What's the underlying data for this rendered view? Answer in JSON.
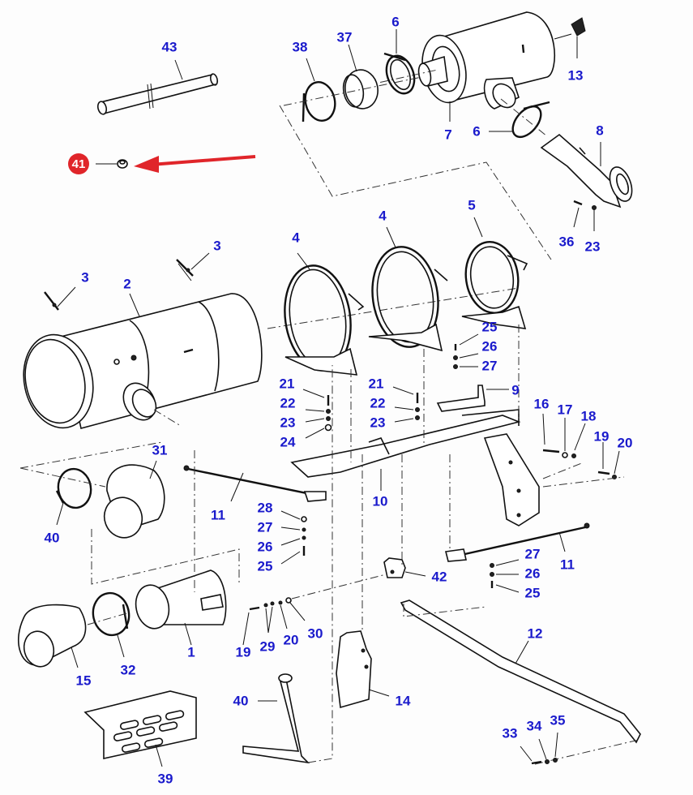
{
  "diagram": {
    "title": "Exhaust / air intake assembly exploded parts diagram",
    "highlighted_part": "41",
    "highlight_color": "#e0252a",
    "label_color": "#1a1acc",
    "callouts": {
      "c43": "43",
      "c38": "38",
      "c37": "37",
      "c6a": "6",
      "c13": "13",
      "c7": "7",
      "c6b": "6",
      "c8": "8",
      "c36": "36",
      "c23a": "23",
      "c41": "41",
      "c3a": "3",
      "c3b": "3",
      "c2": "2",
      "c4a": "4",
      "c4b": "4",
      "c5": "5",
      "c25a": "25",
      "c26a": "26",
      "c27a": "27",
      "c9": "9",
      "c21a": "21",
      "c22a": "22",
      "c23b": "23",
      "c24": "24",
      "c21b": "21",
      "c22b": "22",
      "c23c": "23",
      "c16": "16",
      "c17": "17",
      "c18": "18",
      "c19a": "19",
      "c20a": "20",
      "c31": "31",
      "c40a": "40",
      "c11a": "11",
      "c10": "10",
      "c28": "28",
      "c27b": "27",
      "c26b": "26",
      "c25b": "25",
      "c11b": "11",
      "c27c": "27",
      "c26c": "26",
      "c25c": "25",
      "c42": "42",
      "c1": "1",
      "c15": "15",
      "c32": "32",
      "c19b": "19",
      "c29": "29",
      "c20b": "20",
      "c30": "30",
      "c12": "12",
      "c40b": "40",
      "c14": "14",
      "c39": "39",
      "c33": "33",
      "c34": "34",
      "c35": "35"
    }
  }
}
